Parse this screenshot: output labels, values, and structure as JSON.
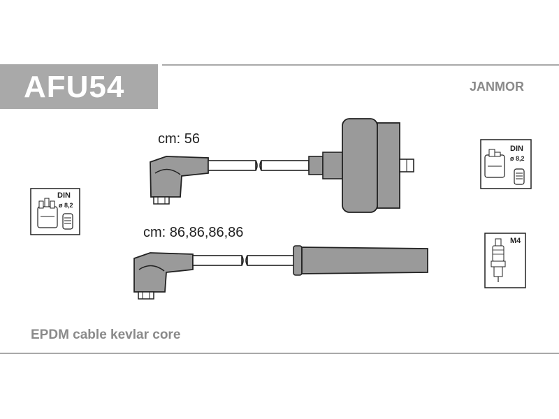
{
  "header": {
    "part_code": "AFU54",
    "brand": "JANMOR"
  },
  "cables": [
    {
      "length_label": "cm: 56"
    },
    {
      "length_label": "cm: 86,86,86,86"
    }
  ],
  "badges": {
    "distributor_left": {
      "standard": "DIN",
      "diameter": "ø 8,2"
    },
    "coil_right": {
      "standard": "DIN",
      "diameter": "ø 8,2"
    },
    "spark_plug": {
      "thread": "M4"
    }
  },
  "footer": {
    "description": "EPDM cable kevlar core"
  },
  "colors": {
    "banner_gray": "#a9a9a9",
    "text_gray": "#8a8a8a",
    "cable_fill": "#9a9a9a"
  }
}
